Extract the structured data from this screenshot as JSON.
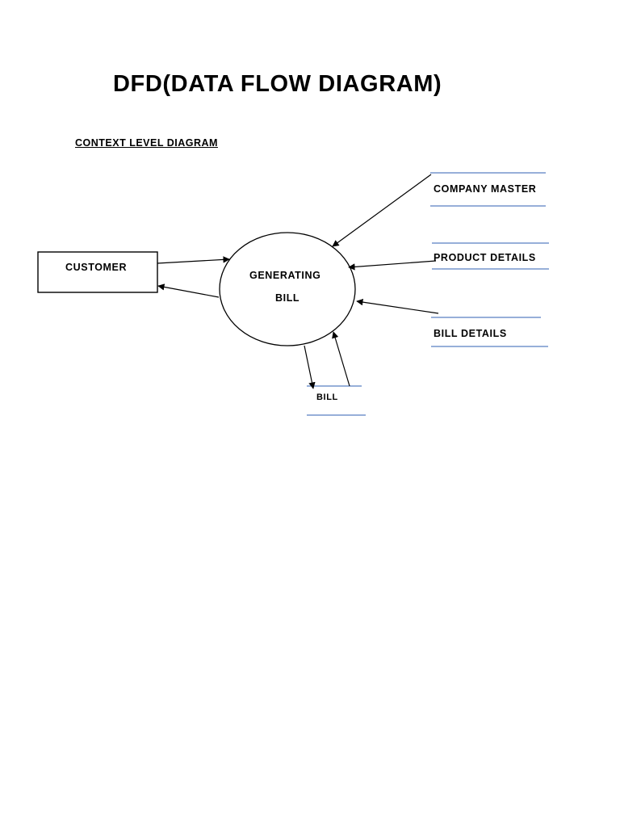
{
  "title": "DFD(DATA FLOW DIAGRAM)",
  "subtitle": "CONTEXT LEVEL DIAGRAM",
  "entity": {
    "customer": "CUSTOMER"
  },
  "process": {
    "line1": "GENERATING",
    "line2": "BILL"
  },
  "stores": {
    "company_master": "COMPANY MASTER",
    "product_details": "PRODUCT DETAILS",
    "bill_details": "BILL DETAILS",
    "bill": "BILL"
  },
  "colors": {
    "store_line": "#2f5fb3",
    "stroke": "#000000"
  }
}
